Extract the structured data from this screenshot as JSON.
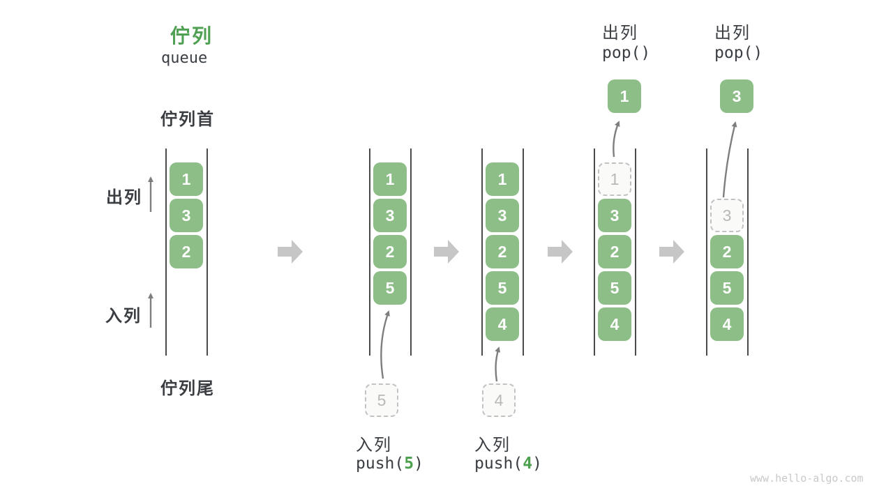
{
  "title": {
    "zh": "佇列",
    "en": "queue"
  },
  "side_labels": {
    "front": "佇列首",
    "rear": "佇列尾",
    "dequeue_direction": "出列",
    "enqueue_direction": "入列"
  },
  "watermark": "www.hello-algo.com",
  "colors": {
    "cell_green": "#8DBE88",
    "title_green": "#4FA053",
    "code_arg_green": "#4CA04E",
    "text_dark": "#3A3E42",
    "line_dark": "#4A4A4A",
    "thin_arrow": "#7E7E7E",
    "block_arrow": "#C6C6C6",
    "ghost_border": "#C2C2C2",
    "ghost_text": "#B8B8B8",
    "ghost_bg": "#FAFAF9",
    "watermark_gray": "#C9C9C9"
  },
  "states": [
    {
      "cells": [
        {
          "value": "1",
          "slot": 0
        },
        {
          "value": "3",
          "slot": 1
        },
        {
          "value": "2",
          "slot": 2
        }
      ]
    },
    {
      "cells": [
        {
          "value": "1",
          "slot": 0
        },
        {
          "value": "3",
          "slot": 1
        },
        {
          "value": "2",
          "slot": 2
        },
        {
          "value": "5",
          "slot": 3
        }
      ],
      "enqueue": {
        "ghost_value": "5",
        "label": "入列",
        "code_before": "push(",
        "code_arg": "5",
        "code_after": ")"
      }
    },
    {
      "cells": [
        {
          "value": "1",
          "slot": 0
        },
        {
          "value": "3",
          "slot": 1
        },
        {
          "value": "2",
          "slot": 2
        },
        {
          "value": "5",
          "slot": 3
        },
        {
          "value": "4",
          "slot": 4
        }
      ],
      "enqueue": {
        "ghost_value": "4",
        "label": "入列",
        "code_before": "push(",
        "code_arg": "4",
        "code_after": ")"
      }
    },
    {
      "ghost": {
        "value": "1",
        "slot": 0
      },
      "cells": [
        {
          "value": "3",
          "slot": 1
        },
        {
          "value": "2",
          "slot": 2
        },
        {
          "value": "5",
          "slot": 3
        },
        {
          "value": "4",
          "slot": 4
        }
      ],
      "dequeue": {
        "label": "出列",
        "code": "pop()",
        "popped_value": "1"
      }
    },
    {
      "ghost": {
        "value": "3",
        "slot": 1
      },
      "cells": [
        {
          "value": "2",
          "slot": 2
        },
        {
          "value": "5",
          "slot": 3
        },
        {
          "value": "4",
          "slot": 4
        }
      ],
      "dequeue": {
        "label": "出列",
        "code": "pop()",
        "popped_value": "3"
      }
    }
  ]
}
